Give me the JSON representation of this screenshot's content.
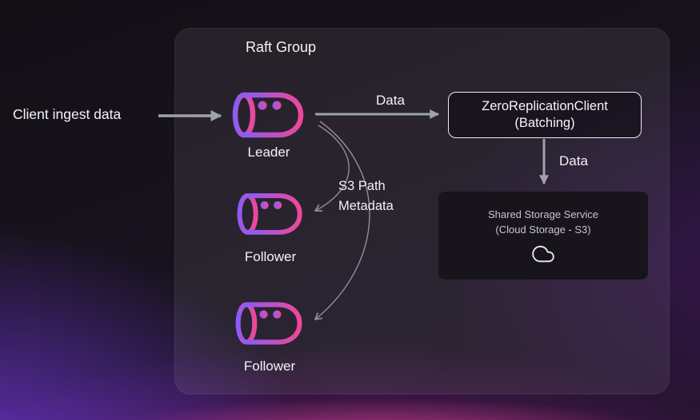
{
  "raft_group": {
    "title": "Raft Group"
  },
  "client": {
    "label": "Client ingest data"
  },
  "nodes": {
    "leader": {
      "label": "Leader"
    },
    "follower1": {
      "label": "Follower"
    },
    "follower2": {
      "label": "Follower"
    }
  },
  "edges": {
    "leader_to_client": {
      "label": "Data"
    },
    "client_to_storage": {
      "label": "Data"
    },
    "metadata": {
      "line1": "S3 Path",
      "line2": "Metadata"
    }
  },
  "zero_replication_client": {
    "line1": "ZeroReplicationClient",
    "line2": "(Batching)"
  },
  "shared_storage": {
    "line1": "Shared Storage Service",
    "line2": "(Cloud Storage - S3)"
  },
  "icons": {
    "node": "database-cylinder-icon",
    "storage": "cloud-icon"
  },
  "colors": {
    "node_gradient_start": "#8b5cf6",
    "node_gradient_end": "#ec4899",
    "arrow_gray": "#9da3a9",
    "thin_arrow_gray": "#b9b0bf",
    "background_glow_purple": "#7c3aed",
    "background_glow_pink": "#ec4899",
    "panel_overlay": "rgba(244,240,248,0.08)",
    "storage_box_bg": "#17141b"
  }
}
